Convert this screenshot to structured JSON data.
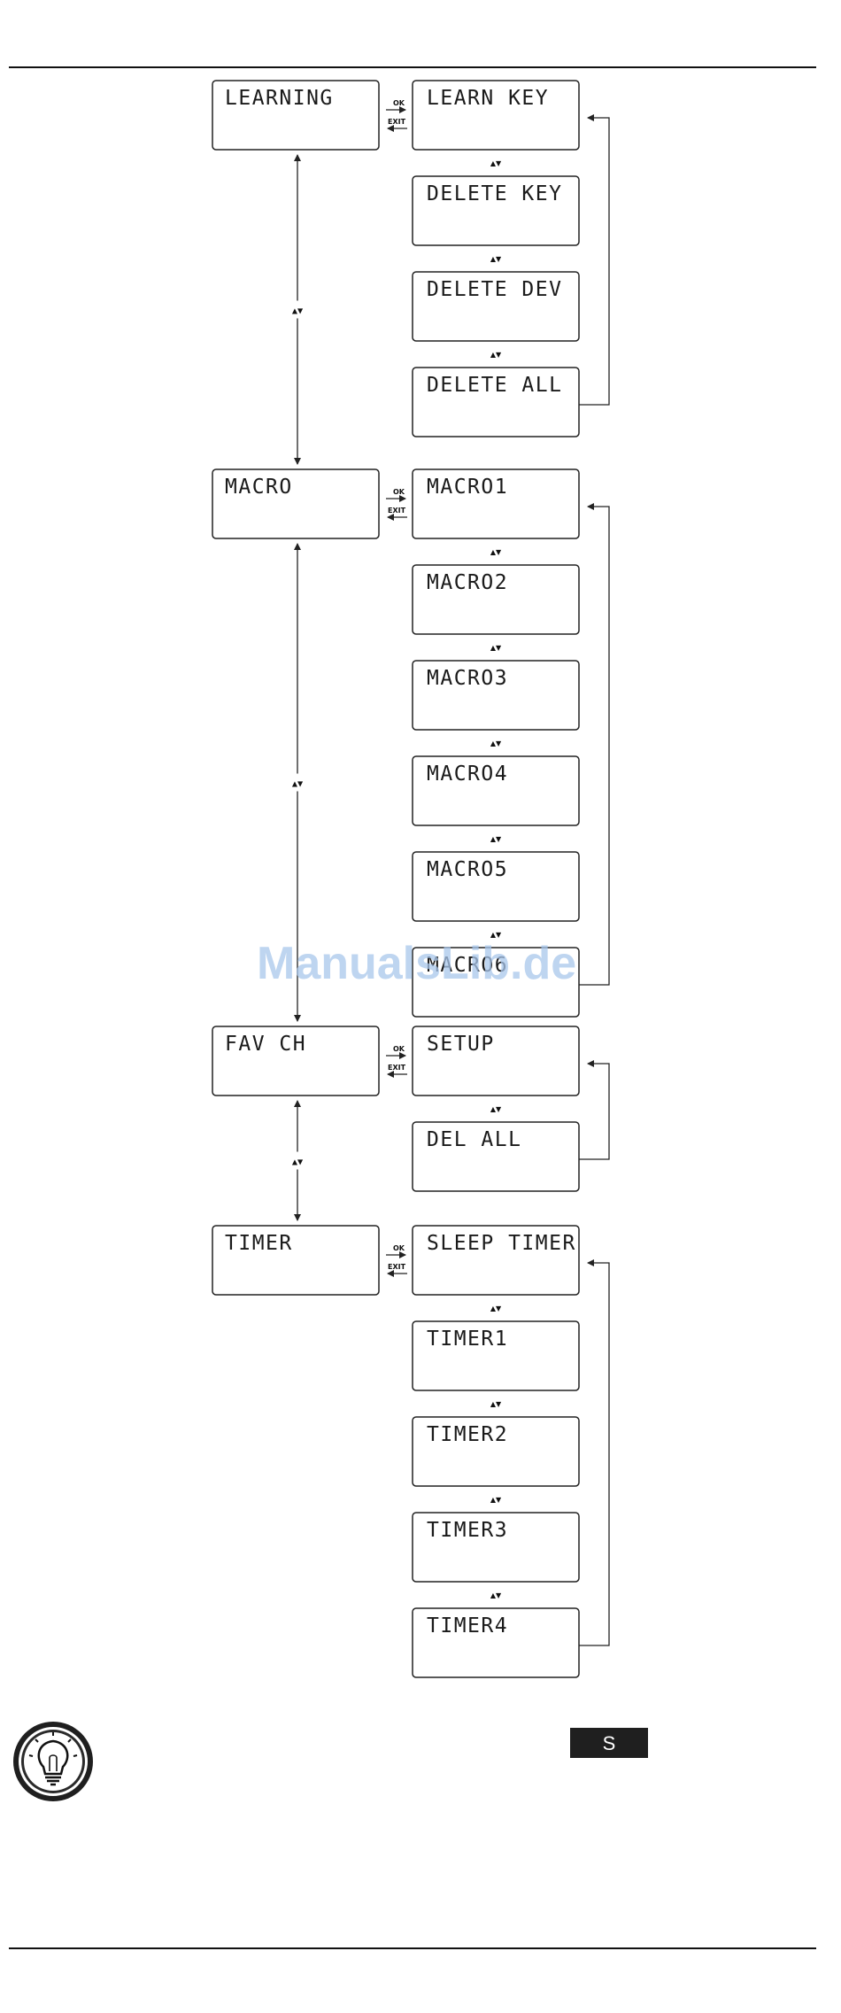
{
  "menus": [
    {
      "main": "LEARNING",
      "subs": [
        "LEARN KEY",
        "DELETE KEY",
        "DELETE DEV",
        "DELETE ALL"
      ]
    },
    {
      "main": "MACRO",
      "subs": [
        "MACRO1",
        "MACRO2",
        "MACRO3",
        "MACRO4",
        "MACRO5",
        "MACRO6"
      ]
    },
    {
      "main": "FAV CH",
      "subs": [
        "SETUP",
        "DEL ALL"
      ]
    },
    {
      "main": "TIMER",
      "subs": [
        "SLEEP TIMER",
        "TIMER1",
        "TIMER2",
        "TIMER3",
        "TIMER4"
      ]
    }
  ],
  "keys": {
    "ok": "OK",
    "exit": "EXIT",
    "updown": "▲▼"
  },
  "watermark": "ManualsLib.de",
  "badge": "S",
  "icons": {
    "tip": "lightbulb-icon"
  }
}
